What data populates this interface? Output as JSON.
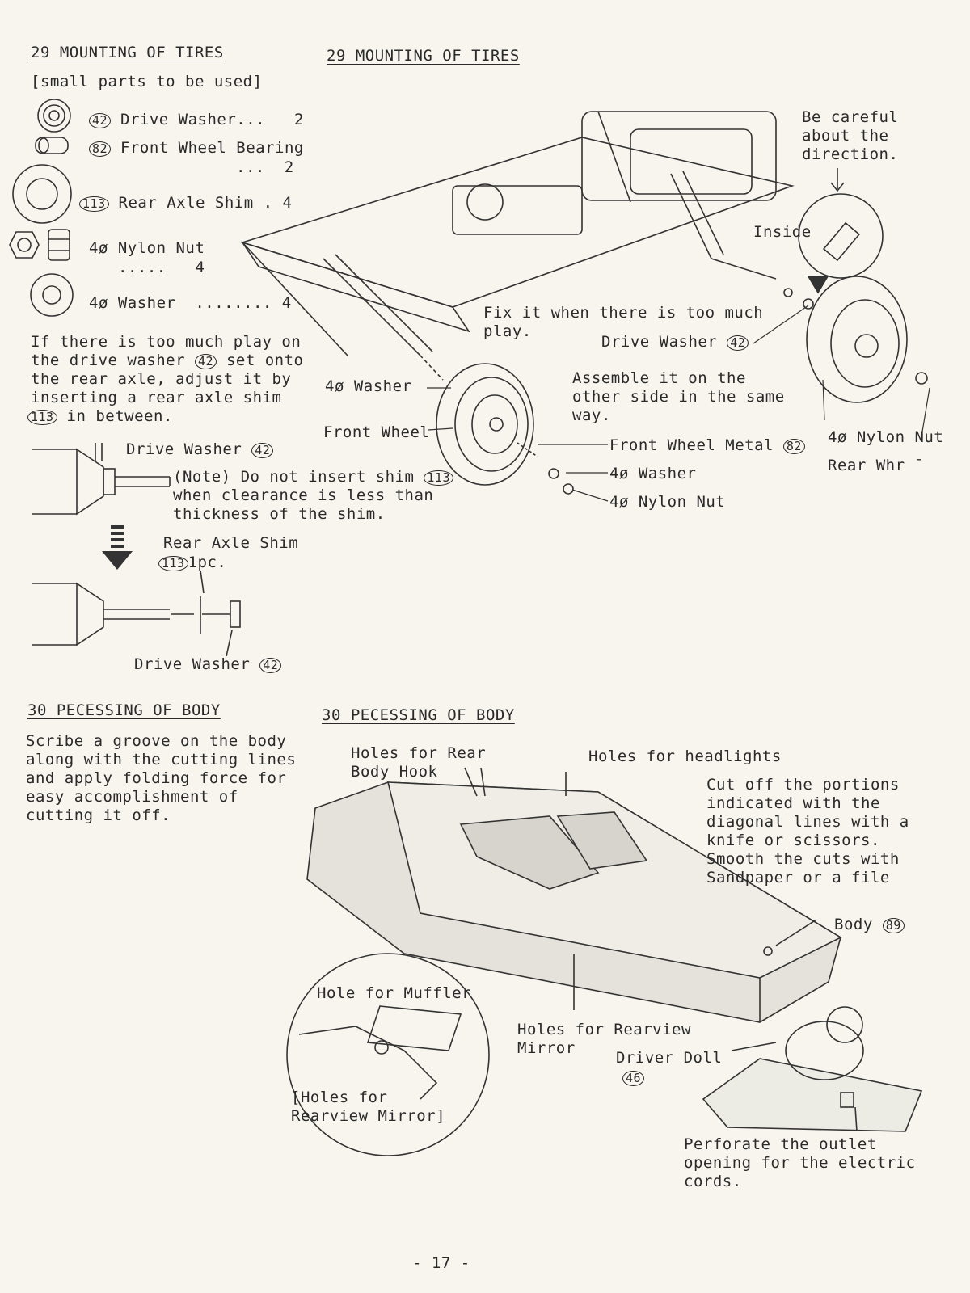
{
  "section29": {
    "left_heading": "29 MOUNTING OF TIRES",
    "right_heading": "29 MOUNTING OF TIRES",
    "parts_intro": "[small parts to be used]",
    "parts": [
      {
        "no": "42",
        "name": "Drive Washer...",
        "qty": "2"
      },
      {
        "no": "82",
        "name": "Front Wheel Bearing",
        "qty": "...  2"
      },
      {
        "no": "113",
        "name": "Rear Axle Shim . 4",
        "qty": ""
      },
      {
        "no": "",
        "name": "4ø Nylon Nut",
        "qty": ".....   4"
      },
      {
        "no": "",
        "name": "4ø Washer  ........ 4",
        "qty": ""
      }
    ],
    "play_text_1": "If there is too much play on",
    "play_text_2": "the drive washer ",
    "play_text_2b": " set onto",
    "play_text_3": "the rear axle, adjust it by",
    "play_text_4": "inserting a rear axle shim",
    "play_text_5": " in between.",
    "n42": "42",
    "n82": "82",
    "n113": "113",
    "n89": "89",
    "n46": "46",
    "drive_washer_label": "Drive Washer ",
    "note_1": "(Note) Do not insert shim ",
    "note_2": "when clearance is less than",
    "note_3": "thickness of the shim.",
    "rear_axle_shim_label": "Rear Axle Shim",
    "one_pc": "1pc.",
    "drive_washer_label_2": "Drive Washer ",
    "be_careful": "Be careful\nabout the\ndirection.",
    "inside": "Inside",
    "fix_it": "Fix it when there is too much\nplay.",
    "drive_washer_right": "Drive Washer ",
    "washer_4": "4ø Washer",
    "front_wheel": "Front Wheel",
    "assemble": "Assemble it on the\nother side in the same\nway.",
    "front_wheel_metal": "Front Wheel Metal ",
    "washer_4b": "4ø Washer",
    "nylon_nut": "4ø Nylon Nut",
    "nylon_nut_right": "4ø Nylon Nut",
    "rear_wheel": "Rear Whr ¯"
  },
  "section30": {
    "left_heading": "30 PECESSING OF BODY",
    "right_heading": "30 PECESSING OF BODY",
    "scribe": "Scribe a groove on the body\nalong with the cutting lines\nand apply folding force for\neasy accomplishment of\ncutting it off.",
    "holes_rear_hook": "Holes for Rear\nBody Hook",
    "holes_headlights": "Holes for headlights",
    "cut_off": "Cut off the portions\nindicated with the\ndiagonal lines with a\nknife or scissors.\nSmooth the cuts with\nSandpaper or a file",
    "body": "Body ",
    "hole_muffler": "Hole for Muffler",
    "holes_rearview_inset": "[Holes for\nRearview Mirror]",
    "holes_rearview": "Holes for Rearview\nMirror",
    "driver_doll": "Driver Doll",
    "perforate": "Perforate the outlet\nopening for the electric\ncords."
  },
  "page_number": "- 17 -"
}
